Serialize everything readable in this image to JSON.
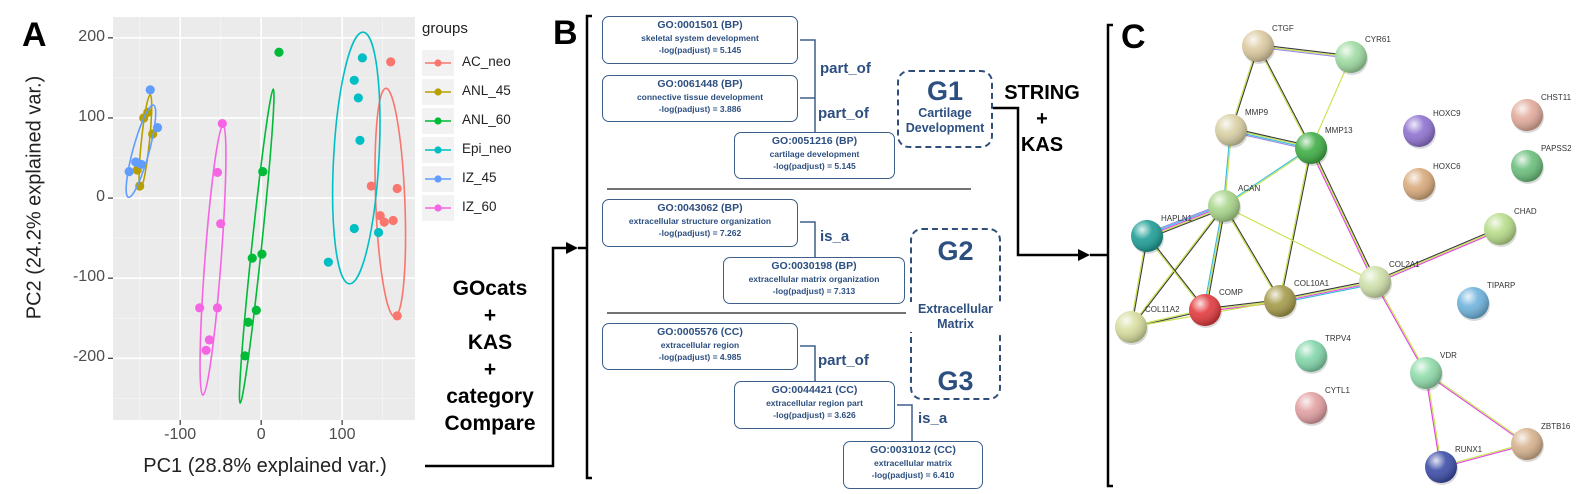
{
  "panel_labels": {
    "a": "A",
    "b": "B",
    "c": "C"
  },
  "chart_data": {
    "type": "scatter",
    "title": "",
    "xlabel": "PC1 (28.8% explained var.)",
    "ylabel": "PC2 (24.2% explained var.)",
    "xlim": [
      -183,
      190
    ],
    "ylim": [
      -277,
      226
    ],
    "xticks": [
      -100,
      0,
      100
    ],
    "yticks": [
      200,
      100,
      0,
      -100,
      -200
    ],
    "xtick_labels": [
      "-100",
      "0",
      "100"
    ],
    "ytick_labels": [
      "200",
      "100",
      "0",
      "-100",
      "-200"
    ],
    "grid": true,
    "legend_title": "groups",
    "legend_position": "right",
    "series": [
      {
        "name": "AC_neo",
        "color": "#F8766D",
        "points": [
          [
            160,
            170
          ],
          [
            136,
            15
          ],
          [
            168,
            12
          ],
          [
            147,
            -22
          ],
          [
            152,
            -30
          ],
          [
            163,
            -28
          ],
          [
            168,
            -147
          ]
        ],
        "ellipse": {
          "p1": [
            154,
            137
          ],
          "p2": [
            165,
            -148
          ],
          "halfwidth": 18
        }
      },
      {
        "name": "ANL_45",
        "color": "#B79F00",
        "points": [
          [
            -140,
            107
          ],
          [
            -134,
            80
          ],
          [
            -153,
            35
          ],
          [
            -150,
            15
          ],
          [
            -145,
            100
          ]
        ],
        "ellipse": {
          "p1": [
            -137,
            129
          ],
          "p2": [
            -149,
            12
          ],
          "halfwidth": 5
        }
      },
      {
        "name": "ANL_60",
        "color": "#00BA38",
        "points": [
          [
            22,
            182
          ],
          [
            2,
            33
          ],
          [
            1,
            -70
          ],
          [
            -11,
            -75
          ],
          [
            -6,
            -140
          ],
          [
            -16,
            -155
          ],
          [
            -20,
            -197
          ]
        ],
        "ellipse": {
          "p1": [
            15,
            136
          ],
          "p2": [
            -26,
            -256
          ],
          "halfwidth": 6
        }
      },
      {
        "name": "Epi_neo",
        "color": "#00BFC4",
        "points": [
          [
            125,
            175
          ],
          [
            115,
            147
          ],
          [
            120,
            125
          ],
          [
            122,
            72
          ],
          [
            115,
            -38
          ],
          [
            145,
            -43
          ],
          [
            83,
            -80
          ]
        ],
        "ellipse": {
          "p1": [
            126,
            207
          ],
          "p2": [
            109,
            -107
          ],
          "halfwidth": 28
        }
      },
      {
        "name": "IZ_45",
        "color": "#619CFF",
        "points": [
          [
            -137,
            135
          ],
          [
            -128,
            88
          ],
          [
            -163,
            33
          ],
          [
            -155,
            45
          ],
          [
            -148,
            42
          ]
        ],
        "ellipse": {
          "p1": [
            -133,
            116
          ],
          "p2": [
            -164,
            1
          ],
          "halfwidth": 10
        }
      },
      {
        "name": "IZ_60",
        "color": "#F564E3",
        "points": [
          [
            -48,
            93
          ],
          [
            -54,
            32
          ],
          [
            -50,
            -32
          ],
          [
            -76,
            -137
          ],
          [
            -54,
            -137
          ],
          [
            -64,
            -177
          ],
          [
            -68,
            -190
          ]
        ],
        "ellipse": {
          "p1": [
            -47,
            91
          ],
          "p2": [
            -72,
            -246
          ],
          "halfwidth": 10
        }
      }
    ]
  },
  "workflow": {
    "method_lines": [
      "GOcats",
      "+",
      "KAS",
      "+",
      "category",
      "Compare"
    ],
    "string_lines": [
      "STRING",
      "+",
      "KAS"
    ]
  },
  "go_terms": [
    {
      "id": "GO:0001501 (BP)",
      "name": "skeletal system development",
      "score": "-log(padjust) = 5.145"
    },
    {
      "id": "GO:0061448 (BP)",
      "name": "connective tissue development",
      "score": "-log(padjust) = 3.886"
    },
    {
      "id": "GO:0051216 (BP)",
      "name": "cartilage development",
      "score": "-log(padjust) = 5.145"
    },
    {
      "id": "GO:0043062 (BP)",
      "name": "extracellular structure organization",
      "score": "-log(padjust) = 7.262"
    },
    {
      "id": "GO:0030198 (BP)",
      "name": "extracellular matrix organization",
      "score": "-log(padjust) = 7.313"
    },
    {
      "id": "GO:0005576 (CC)",
      "name": "extracellular region",
      "score": "-log(padjust) = 4.985"
    },
    {
      "id": "GO:0044421 (CC)",
      "name": "extracellular region part",
      "score": "-log(padjust) = 3.626"
    },
    {
      "id": "GO:0031012 (CC)",
      "name": "extracellular matrix",
      "score": "-log(padjust) = 6.410"
    }
  ],
  "relations": [
    "part_of",
    "part_of",
    "is_a",
    "part_of",
    "is_a"
  ],
  "groups": {
    "g1": {
      "label": "G1",
      "desc_lines": [
        "Cartilage",
        "Development"
      ]
    },
    "g2": {
      "label": "G2"
    },
    "g3": {
      "label": "G3"
    },
    "g23_desc_lines": [
      "Extracellular",
      "Matrix"
    ]
  },
  "network": {
    "edge_colors": {
      "k": "#3a3a3a",
      "y": "#c5e34a",
      "m": "#e042e0",
      "c": "#36bde0",
      "p": "#9a8ae6"
    },
    "nodes": [
      {
        "label": "CTGF",
        "color": "#dccaa0"
      },
      {
        "label": "CYR61",
        "color": "#9fdba2"
      },
      {
        "label": "MMP9",
        "color": "#d8d0a4"
      },
      {
        "label": "MMP13",
        "color": "#3fae45"
      },
      {
        "label": "HOXC9",
        "color": "#8f72d0"
      },
      {
        "label": "CHST11",
        "color": "#e2ab9c"
      },
      {
        "label": "PAPSS2",
        "color": "#6cbf7c"
      },
      {
        "label": "HOXC6",
        "color": "#d8aa7c"
      },
      {
        "label": "ACAN",
        "color": "#a9d58b"
      },
      {
        "label": "HAPLN1",
        "color": "#1f9e96"
      },
      {
        "label": "CHAD",
        "color": "#b7dd8a"
      },
      {
        "label": "COL2A1",
        "color": "#cfe0aa"
      },
      {
        "label": "COL10A1",
        "color": "#a59b4a"
      },
      {
        "label": "COMP",
        "color": "#e23a3d"
      },
      {
        "label": "COL11A2",
        "color": "#d7dd9e"
      },
      {
        "label": "TIPARP",
        "color": "#6fb3dd"
      },
      {
        "label": "TRPV4",
        "color": "#82d6aa"
      },
      {
        "label": "VDR",
        "color": "#90dcaa"
      },
      {
        "label": "CYTL1",
        "color": "#e2a0a2"
      },
      {
        "label": "ZBTB16",
        "color": "#d6b28e"
      },
      {
        "label": "RUNX1",
        "color": "#3c4da8"
      }
    ],
    "edges": [
      [
        "CTGF",
        "CYR61",
        "kyp"
      ],
      [
        "CTGF",
        "MMP9",
        "ky"
      ],
      [
        "CTGF",
        "MMP13",
        "ky"
      ],
      [
        "CYR61",
        "MMP13",
        "y"
      ],
      [
        "MMP9",
        "MMP13",
        "kycp"
      ],
      [
        "MMP9",
        "ACAN",
        "yc"
      ],
      [
        "MMP13",
        "ACAN",
        "yc"
      ],
      [
        "MMP13",
        "COL10A1",
        "ky"
      ],
      [
        "MMP13",
        "COL2A1",
        "kym"
      ],
      [
        "ACAN",
        "HAPLN1",
        "kymcp"
      ],
      [
        "ACAN",
        "COMP",
        "kyc"
      ],
      [
        "ACAN",
        "COL10A1",
        "ky"
      ],
      [
        "ACAN",
        "COL2A1",
        "y"
      ],
      [
        "ACAN",
        "COL11A2",
        "ky"
      ],
      [
        "HAPLN1",
        "COL11A2",
        "ky"
      ],
      [
        "HAPLN1",
        "COMP",
        "ky"
      ],
      [
        "COMP",
        "COL10A1",
        "kym"
      ],
      [
        "COMP",
        "COL11A2",
        "ky"
      ],
      [
        "COL10A1",
        "COL2A1",
        "kymc"
      ],
      [
        "COL11A2",
        "COL10A1",
        "y"
      ],
      [
        "COL2A1",
        "CHAD",
        "kym"
      ],
      [
        "COL2A1",
        "VDR",
        "ym"
      ],
      [
        "VDR",
        "RUNX1",
        "ym"
      ],
      [
        "VDR",
        "ZBTB16",
        "ym"
      ],
      [
        "RUNX1",
        "ZBTB16",
        "ym"
      ]
    ]
  }
}
